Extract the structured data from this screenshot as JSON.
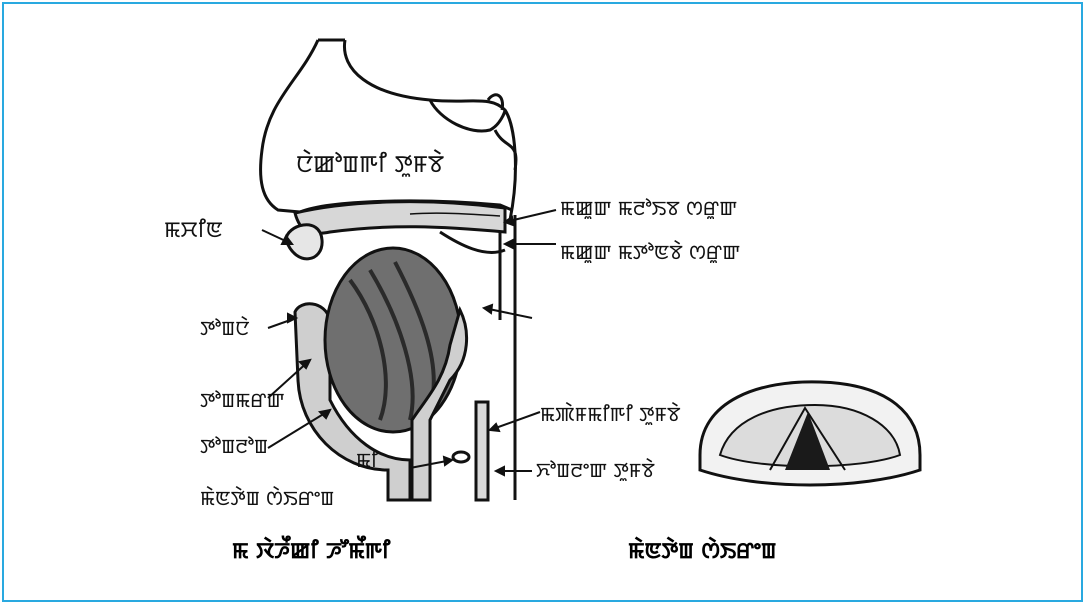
{
  "diagram": {
    "labels": {
      "nasal_cavity": "ꯅꯥꯀꯣꯡꯒꯤ ꯇꯨꯝꯕꯥ",
      "lips": "ꯃꯆꯤꯟ",
      "hard_palate": "ꯃꯀꯨꯛ ꯃꯂꯣꯏꯕ ꯁꯔꯨꯛ",
      "soft_palate": "ꯃꯀꯨꯛ ꯃꯇꯣꯟꯕꯥ ꯁꯔꯨꯛ",
      "tongue_tip": "ꯇꯣꯡꯅꯥ",
      "tongue_blade": "ꯇꯣꯡꯃꯔꯛ",
      "tongue_back": "ꯇꯣꯡꯂꯣꯡ",
      "esophagus": "ꯃꯄꯥꯝꯃꯤꯒꯤ ꯇꯨꯝꯕꯥ",
      "windpipe": "ꯈꯣꯡꯂꯦꯛ ꯇꯨꯝꯕꯥ",
      "larynx": "ꯃꯤ",
      "vocal_cords": "ꯃꯥꯟꯇꯥꯡ ꯁꯥꯏꯔꯦꯡ"
    },
    "captions": {
      "left": "ꯃ ꯋꯥꯍꯩꯀꯤ ꯍꯧꯃꯩꯒꯤ",
      "right": "ꯃꯥꯟꯇꯥꯡ ꯁꯥꯏꯔꯦꯡ"
    }
  }
}
